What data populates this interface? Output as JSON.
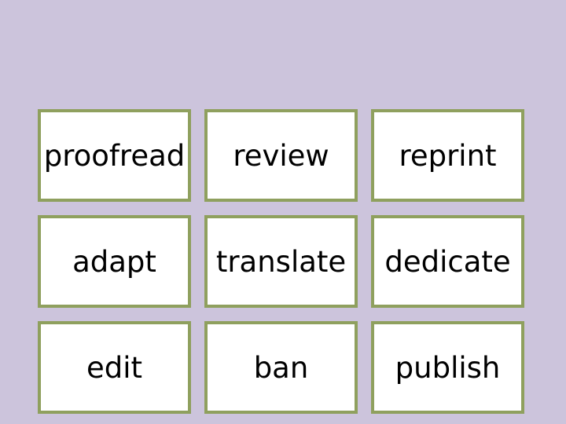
{
  "slide": {
    "background_color": "#ccc4dc",
    "card_background_color": "#ffffff",
    "card_border_color": "#8fa05e",
    "text_color": "#000000"
  },
  "grid": {
    "rows": 3,
    "columns": 3,
    "cards": [
      {
        "label": "proofread"
      },
      {
        "label": "review"
      },
      {
        "label": "reprint"
      },
      {
        "label": "adapt"
      },
      {
        "label": "translate"
      },
      {
        "label": "dedicate"
      },
      {
        "label": "edit"
      },
      {
        "label": "ban"
      },
      {
        "label": "publish"
      }
    ]
  }
}
